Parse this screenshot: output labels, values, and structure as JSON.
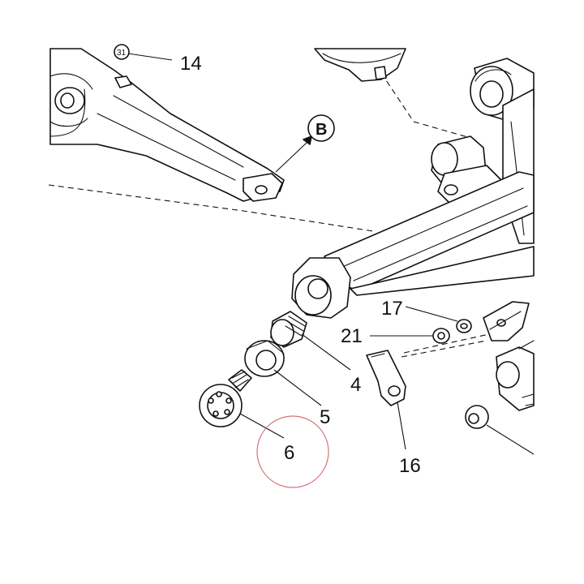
{
  "diagram": {
    "callouts": {
      "c14": "14",
      "c17": "17",
      "c21": "21",
      "c4": "4",
      "c5": "5",
      "c6": "6",
      "c16": "16",
      "refB": "B",
      "small31": "31"
    },
    "colors": {
      "line": "#111111",
      "background": "#ffffff",
      "highlight_circle": "#d9707c"
    }
  }
}
